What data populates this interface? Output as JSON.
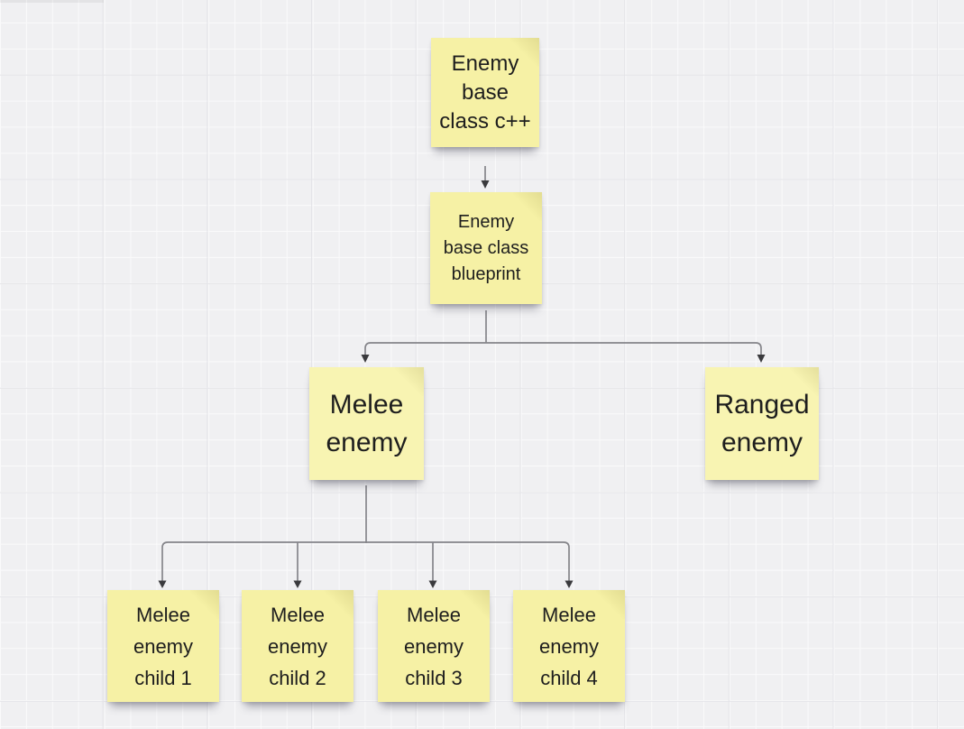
{
  "theme": {
    "canvas_bg": "#f0f0f2",
    "grid_minor_color": "#fafafb",
    "grid_major_color": "#e4e4e8",
    "connector_color": "#85858a",
    "arrowhead_color": "#3a3a3d",
    "note_text_color": "#1e1e1e"
  },
  "diagram": {
    "type": "flowchart",
    "nodes": [
      {
        "id": "enemy-base-cpp",
        "label": "Enemy\nbase\nclass c++",
        "color": "#f6f1a5"
      },
      {
        "id": "enemy-base-blueprint",
        "label": "Enemy\nbase class\nblueprint",
        "color": "#f6f1a5"
      },
      {
        "id": "melee-enemy",
        "label": "Melee\nenemy",
        "color": "#f8f4b2"
      },
      {
        "id": "ranged-enemy",
        "label": "Ranged\nenemy",
        "color": "#f8f4b2"
      },
      {
        "id": "melee-enemy-child-1",
        "label": "Melee\nenemy\nchild 1",
        "color": "#f6f1a5"
      },
      {
        "id": "melee-enemy-child-2",
        "label": "Melee\nenemy\nchild 2",
        "color": "#f6f1a5"
      },
      {
        "id": "melee-enemy-child-3",
        "label": "Melee\nenemy\nchild 3",
        "color": "#f6f1a5"
      },
      {
        "id": "melee-enemy-child-4",
        "label": "Melee\nenemy\nchild 4",
        "color": "#f6f1a5"
      }
    ],
    "edges": [
      {
        "from": "enemy-base-cpp",
        "to": "enemy-base-blueprint"
      },
      {
        "from": "enemy-base-blueprint",
        "to": "melee-enemy"
      },
      {
        "from": "enemy-base-blueprint",
        "to": "ranged-enemy"
      },
      {
        "from": "melee-enemy",
        "to": "melee-enemy-child-1"
      },
      {
        "from": "melee-enemy",
        "to": "melee-enemy-child-2"
      },
      {
        "from": "melee-enemy",
        "to": "melee-enemy-child-3"
      },
      {
        "from": "melee-enemy",
        "to": "melee-enemy-child-4"
      }
    ]
  }
}
